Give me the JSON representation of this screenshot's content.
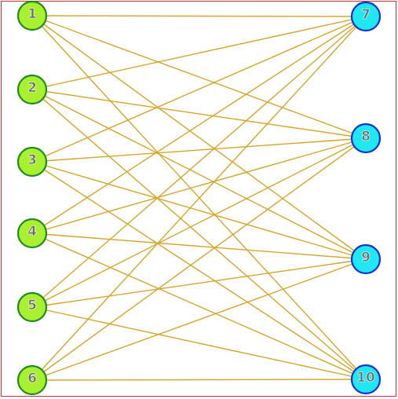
{
  "graph": {
    "left_nodes": [
      {
        "id": "1",
        "label": "1"
      },
      {
        "id": "2",
        "label": "2"
      },
      {
        "id": "3",
        "label": "3"
      },
      {
        "id": "4",
        "label": "4"
      },
      {
        "id": "5",
        "label": "5"
      },
      {
        "id": "6",
        "label": "6"
      }
    ],
    "right_nodes": [
      {
        "id": "7",
        "label": "7"
      },
      {
        "id": "8",
        "label": "8"
      },
      {
        "id": "9",
        "label": "9"
      },
      {
        "id": "10",
        "label": "10"
      }
    ],
    "edges": [
      [
        "1",
        "7"
      ],
      [
        "1",
        "8"
      ],
      [
        "1",
        "9"
      ],
      [
        "1",
        "10"
      ],
      [
        "2",
        "7"
      ],
      [
        "2",
        "8"
      ],
      [
        "2",
        "9"
      ],
      [
        "2",
        "10"
      ],
      [
        "3",
        "7"
      ],
      [
        "3",
        "8"
      ],
      [
        "3",
        "9"
      ],
      [
        "3",
        "10"
      ],
      [
        "4",
        "7"
      ],
      [
        "4",
        "8"
      ],
      [
        "4",
        "9"
      ],
      [
        "4",
        "10"
      ],
      [
        "5",
        "7"
      ],
      [
        "5",
        "8"
      ],
      [
        "5",
        "9"
      ],
      [
        "5",
        "10"
      ],
      [
        "6",
        "7"
      ],
      [
        "6",
        "8"
      ],
      [
        "6",
        "9"
      ],
      [
        "6",
        "10"
      ]
    ],
    "colors": {
      "frame": "#c0303a",
      "edge": "#d4a52a",
      "left_fill": "#a8f030",
      "left_stroke": "#1e8c1e",
      "left_text": "#6a6a6a",
      "right_fill": "#1ee8f2",
      "right_stroke": "#1a2ed6",
      "right_text": "#6a6a6a"
    }
  }
}
